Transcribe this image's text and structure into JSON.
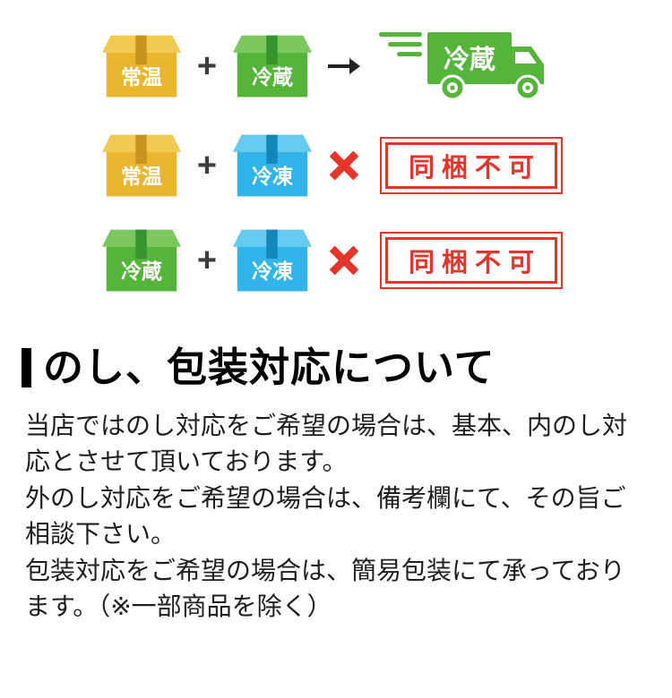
{
  "diagram": {
    "plus": "+",
    "colors": {
      "red": "#e5352a",
      "truck_green": "#55b43a",
      "arrow": "#222222"
    },
    "rows": [
      {
        "box_a": {
          "label": "常温",
          "body": "#eab62f",
          "lid": "#f2ca52",
          "tape": "#c5941e"
        },
        "box_b": {
          "label": "冷蔵",
          "body": "#55b43a",
          "lid": "#7bc95e",
          "tape": "#35942c"
        },
        "result": "truck",
        "truck_label": "冷蔵"
      },
      {
        "box_a": {
          "label": "常温",
          "body": "#eab62f",
          "lid": "#f2ca52",
          "tape": "#c5941e"
        },
        "box_b": {
          "label": "冷凍",
          "body": "#30b4e9",
          "lid": "#66cbf1",
          "tape": "#1287ba"
        },
        "result": "stamp",
        "stamp_label": "同梱不可"
      },
      {
        "box_a": {
          "label": "冷蔵",
          "body": "#55b43a",
          "lid": "#7bc95e",
          "tape": "#35942c"
        },
        "box_b": {
          "label": "冷凍",
          "body": "#30b4e9",
          "lid": "#66cbf1",
          "tape": "#1287ba"
        },
        "result": "stamp",
        "stamp_label": "同梱不可"
      }
    ]
  },
  "section": {
    "title": "のし、包装対応について",
    "paragraphs": [
      "当店ではのし対応をご希望の場合は、基本、内のし対応とさせて頂いております。",
      "外のし対応をご希望の場合は、備考欄にて、その旨ご相談下さい。",
      "包装対応をご希望の場合は、簡易包装にて承っております。（※一部商品を除く）"
    ]
  }
}
